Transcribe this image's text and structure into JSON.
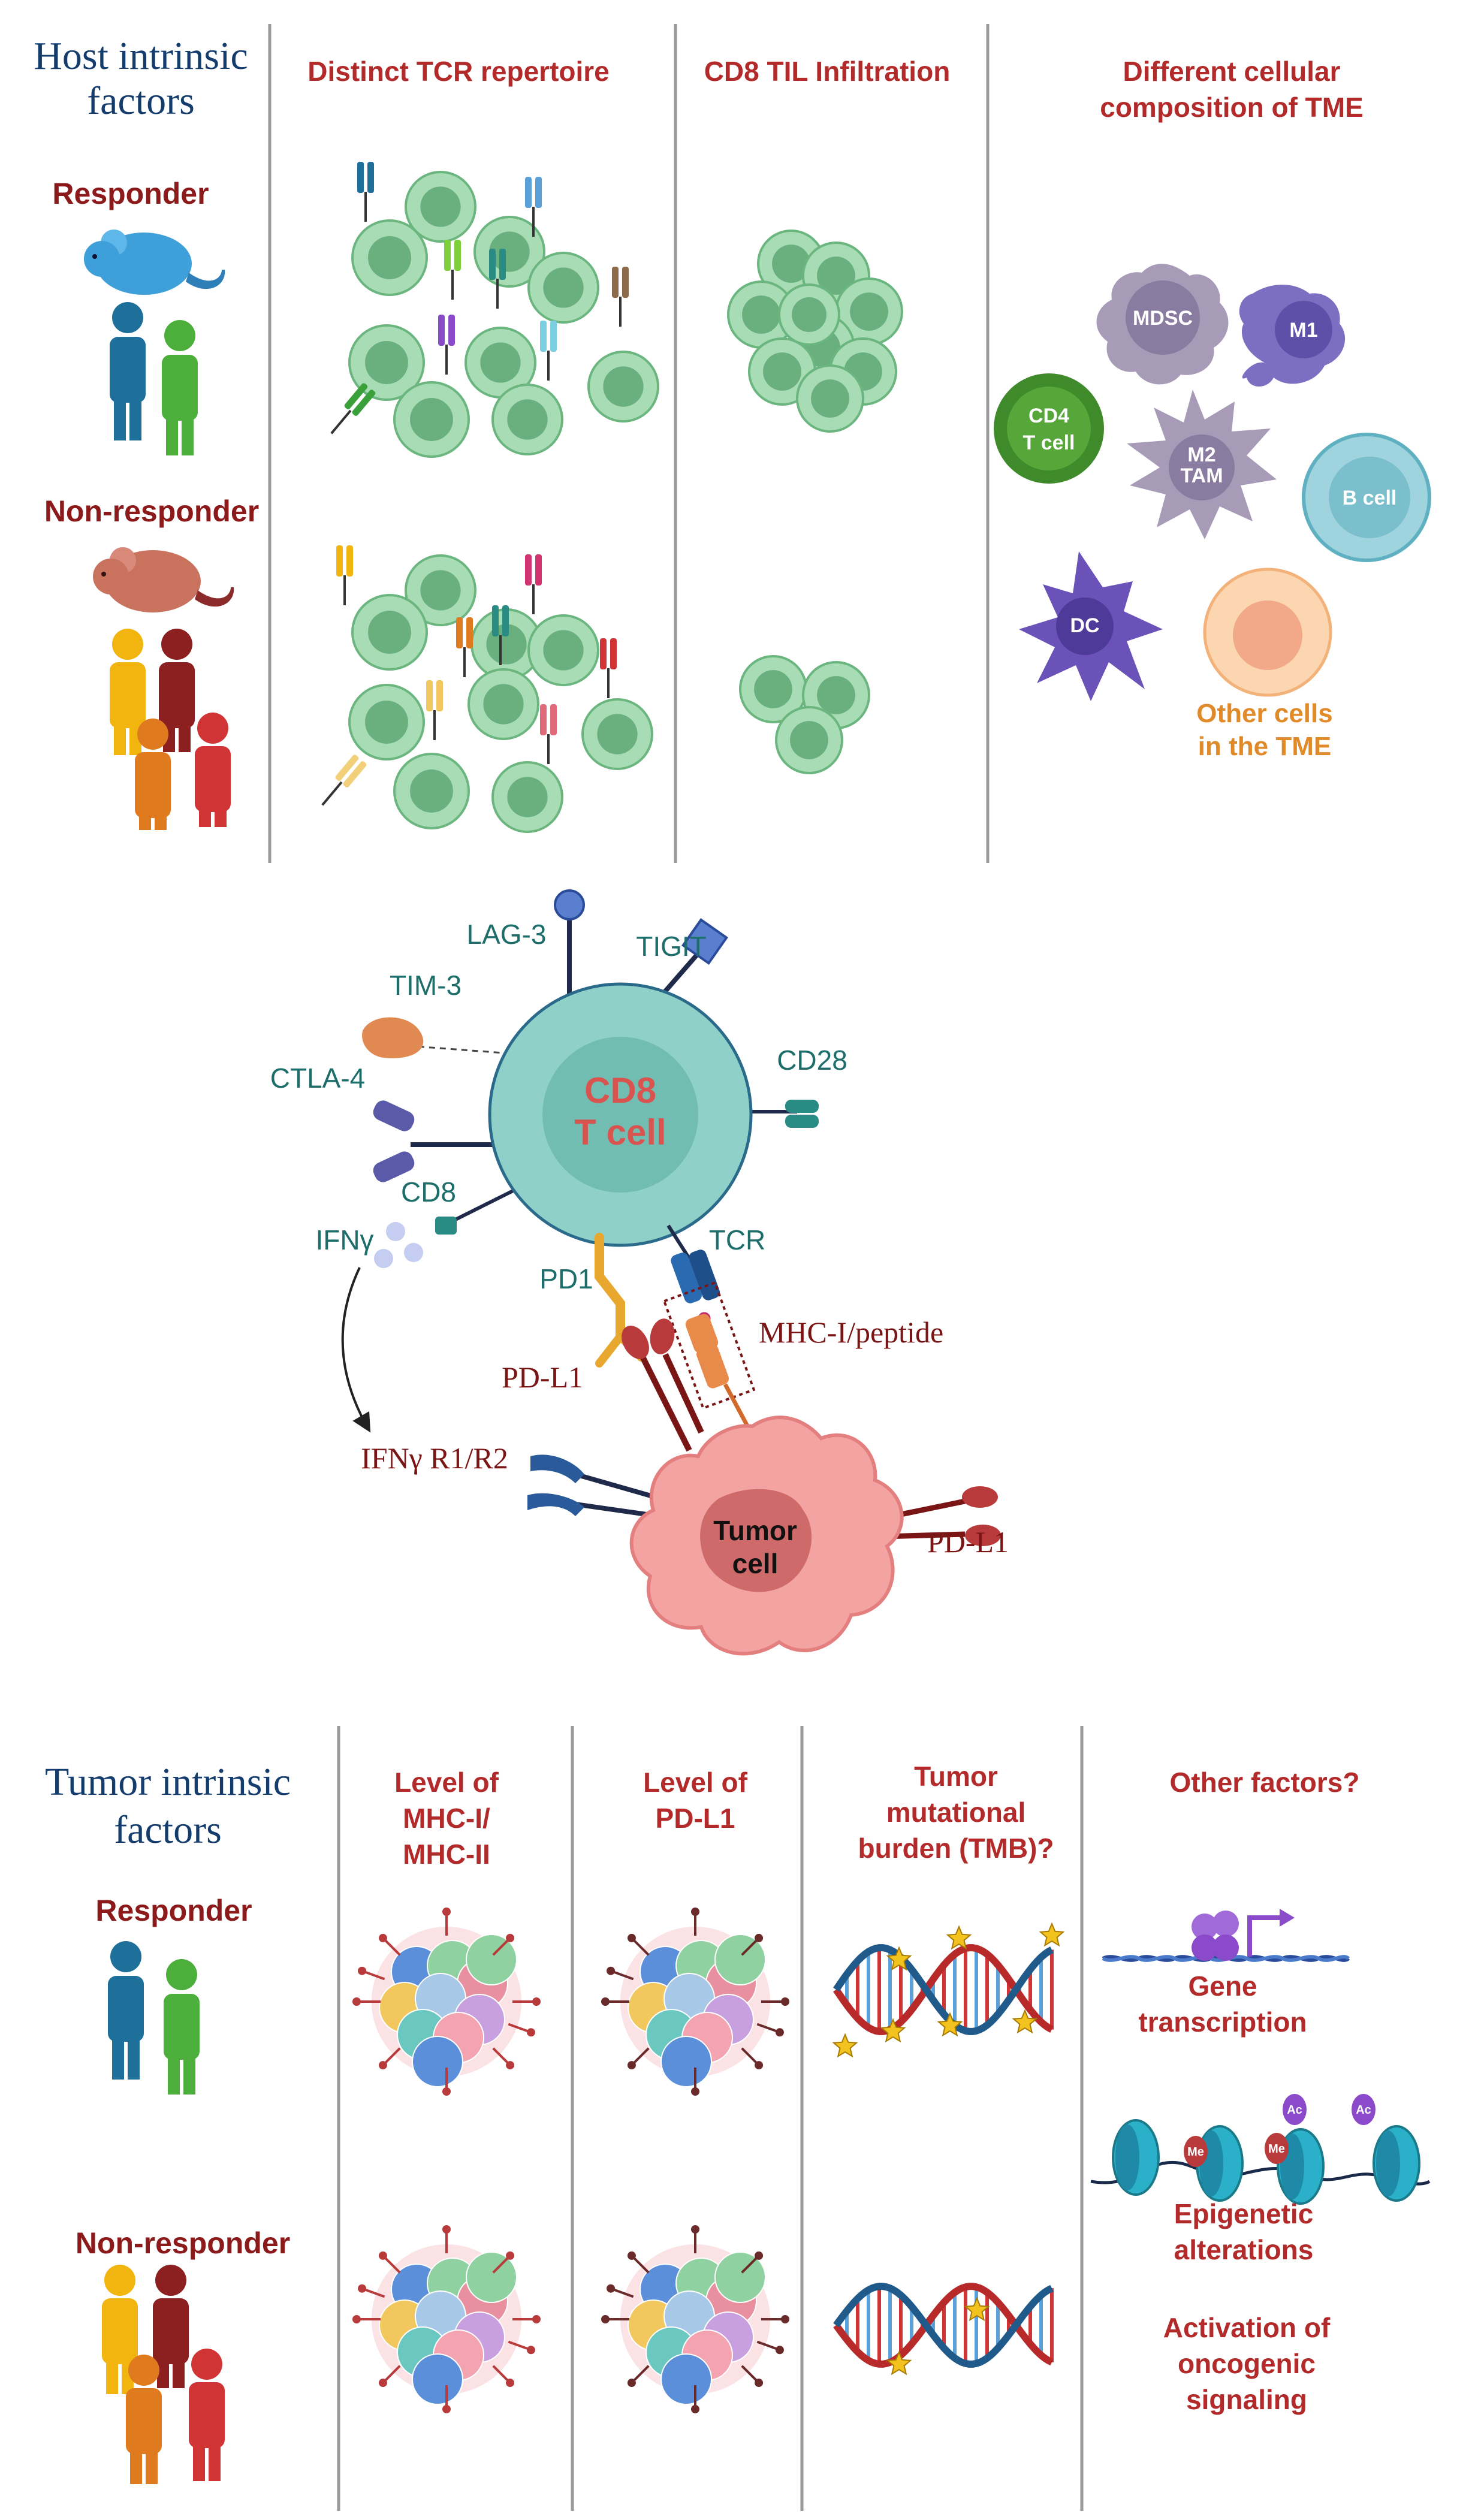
{
  "top": {
    "title_lines": [
      "Host intrinsic",
      "factors"
    ],
    "responder": "Responder",
    "non_responder": "Non-responder",
    "col_tcr": "Distinct TCR repertoire",
    "col_til": "CD8 TIL Infiltration",
    "col_tme_lines": [
      "Different cellular",
      "composition of TME"
    ],
    "tme_cells": {
      "mdsc": "MDSC",
      "m1": "M1",
      "cd4_lines": [
        "CD4",
        "T cell"
      ],
      "m2_lines": [
        "M2",
        "TAM"
      ],
      "bcell": "B cell",
      "dc": "DC",
      "other_lines": [
        "Other cells",
        "in the TME"
      ]
    }
  },
  "middle": {
    "cd8_lines": [
      "CD8",
      "T cell"
    ],
    "tumor_lines": [
      "Tumor",
      "cell"
    ],
    "labels": {
      "lag3": "LAG-3",
      "tigit": "TIGIT",
      "tim3": "TIM-3",
      "cd28": "CD28",
      "ctla4": "CTLA-4",
      "cd8": "CD8",
      "ifng": "IFNγ",
      "tcr": "TCR",
      "pd1": "PD1",
      "mhc": "MHC-I/peptide",
      "pdl1_left": "PD-L1",
      "ifngr": "IFNγ R1/R2",
      "pdl1_right": "PD-L1"
    }
  },
  "bottom": {
    "title_lines": [
      "Tumor intrinsic",
      "factors"
    ],
    "responder": "Responder",
    "non_responder": "Non-responder",
    "col_mhc_lines": [
      "Level of",
      "MHC-I/",
      "MHC-II"
    ],
    "col_pdl1_lines": [
      "Level of",
      "PD-L1"
    ],
    "col_tmb_lines": [
      "Tumor",
      "mutational",
      "burden (TMB)?"
    ],
    "col_other": "Other factors?",
    "gene_lines": [
      "Gene",
      "transcription"
    ],
    "epi_lines": [
      "Epigenetic",
      "alterations"
    ],
    "onco_lines": [
      "Activation of",
      "oncogenic",
      "signaling"
    ],
    "me": "Me",
    "ac": "Ac"
  },
  "colors": {
    "header_red": "#b22a2a",
    "title_blue": "#143d6e",
    "teal_label": "#1d6e6a",
    "maroon_label": "#7a1515",
    "tcell_green": "#8fcf9f"
  }
}
